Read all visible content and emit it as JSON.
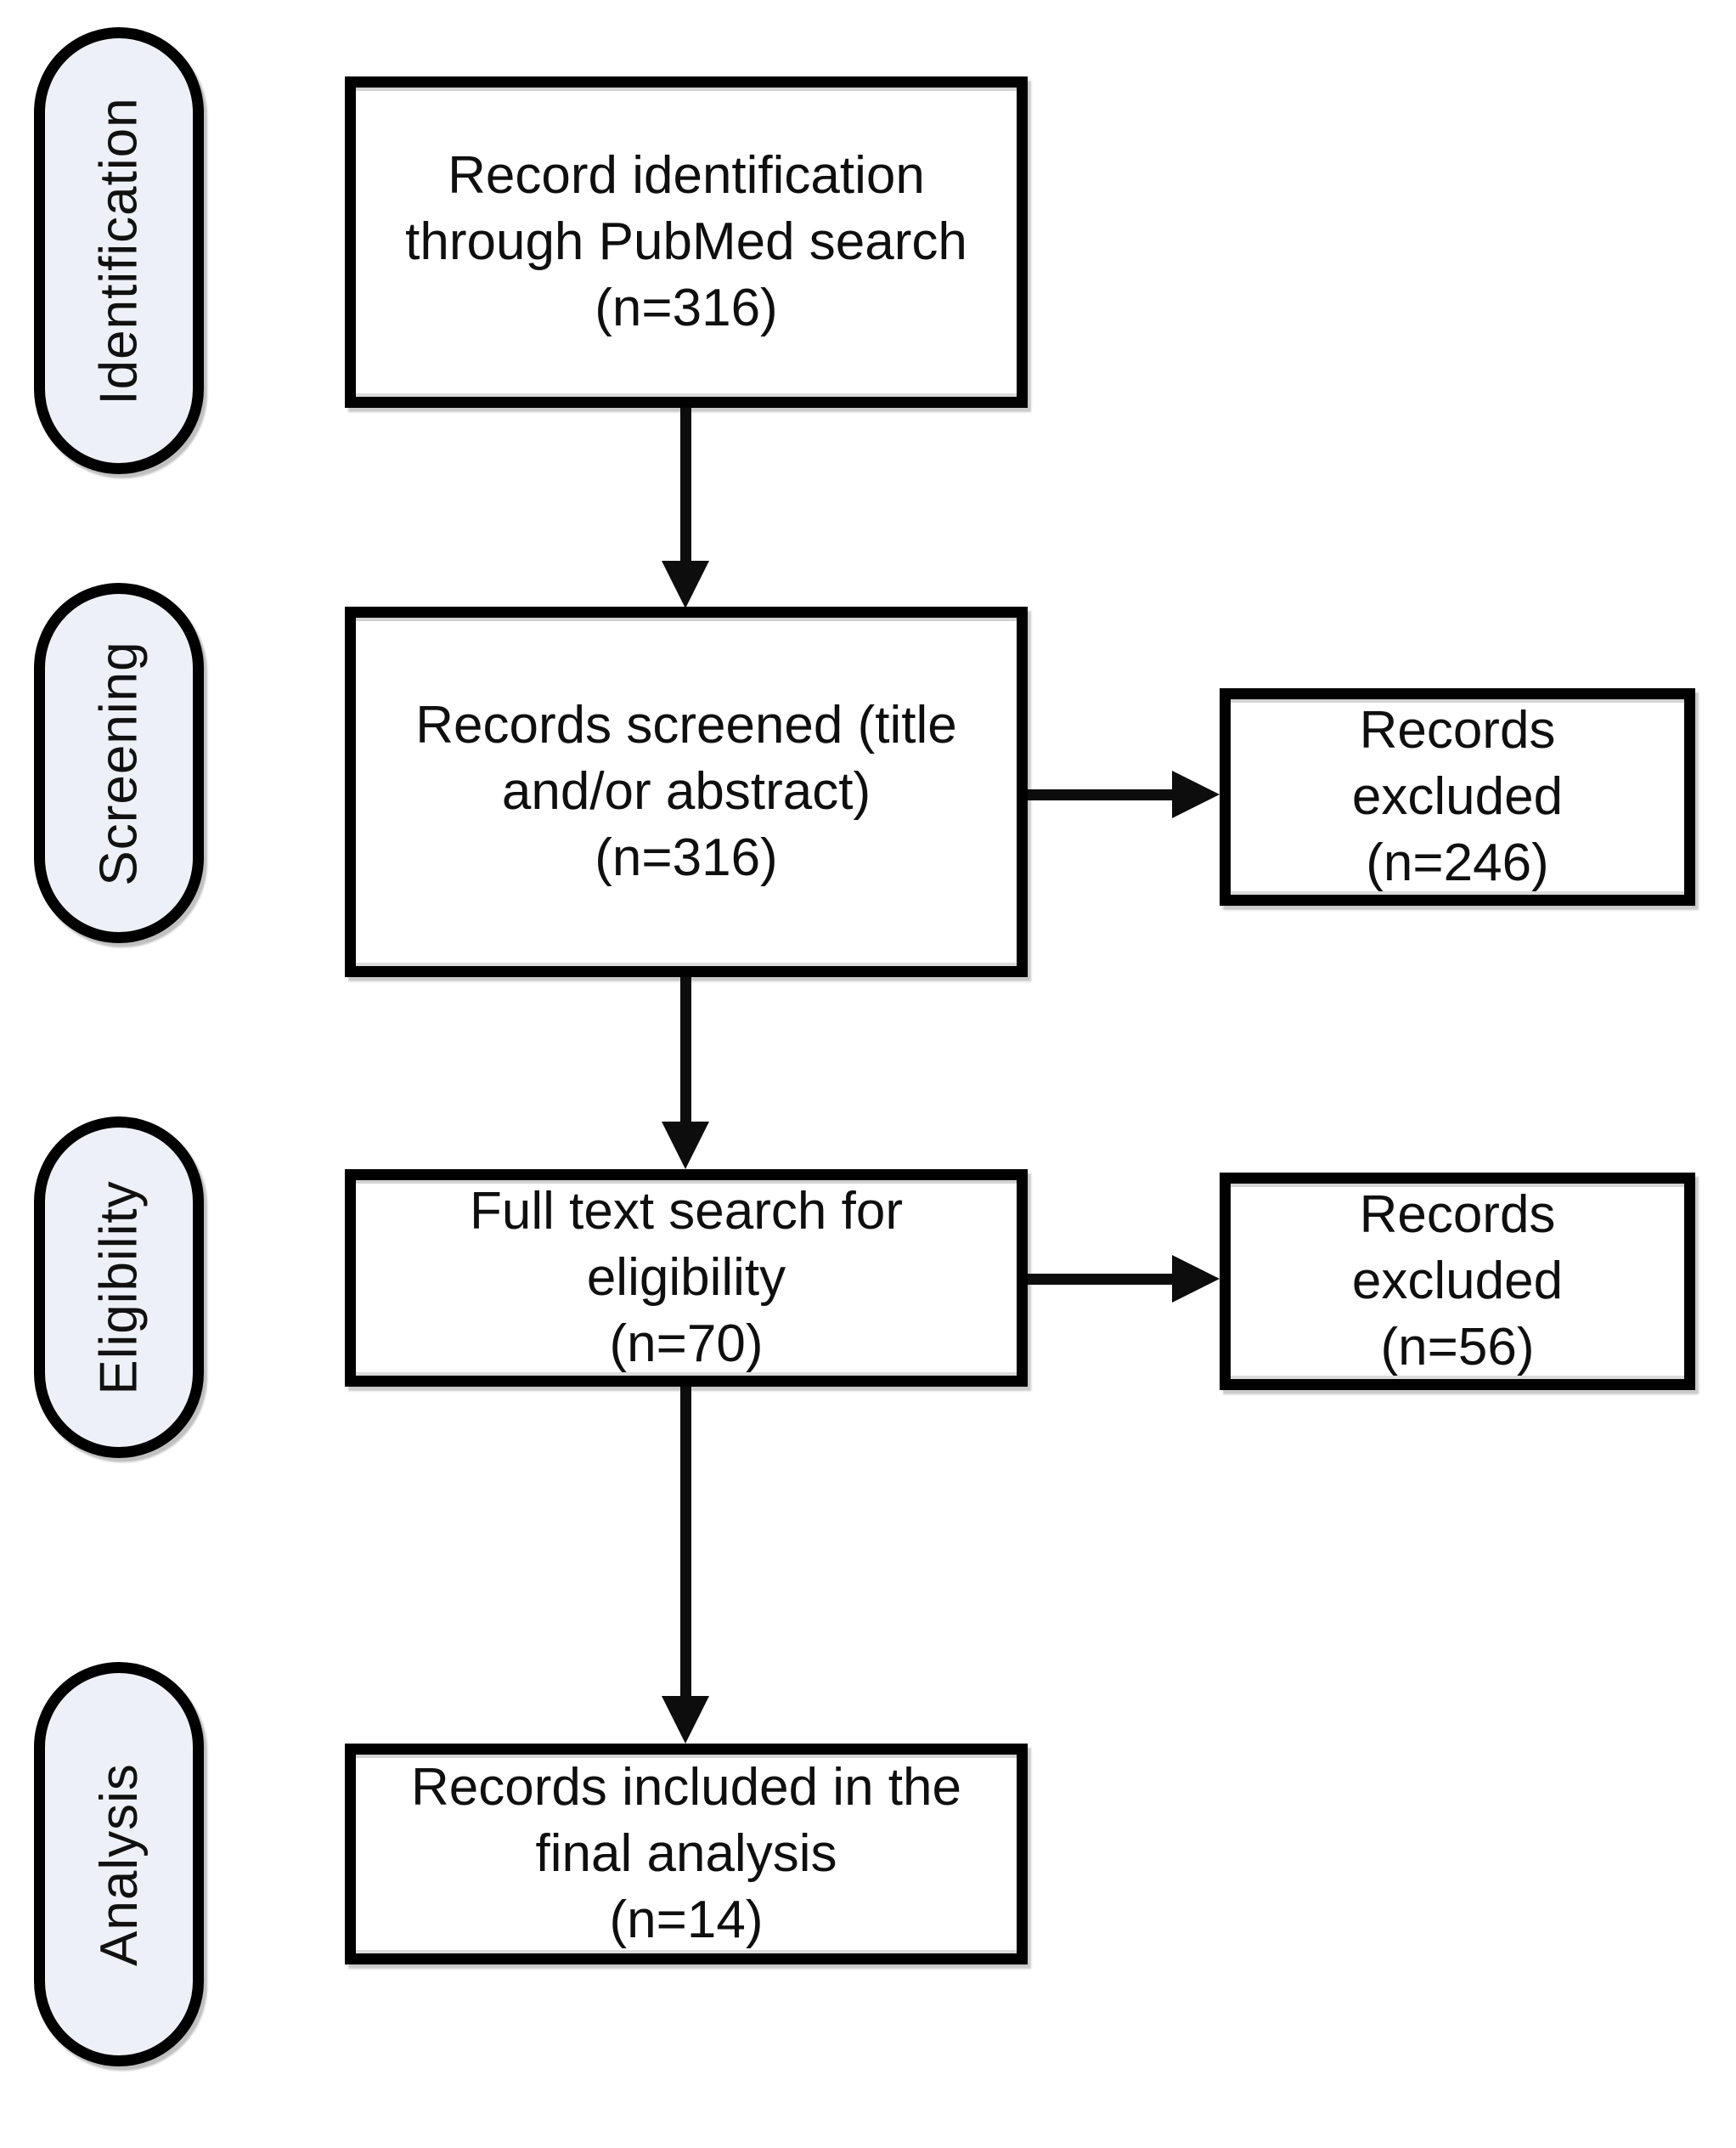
{
  "stages": [
    {
      "label": "Identification"
    },
    {
      "label": "Screening"
    },
    {
      "label": "Eligibility"
    },
    {
      "label": "Analysis"
    }
  ],
  "flow_boxes": [
    {
      "lines": [
        "Record identification",
        "through PubMed search",
        "(n=316)"
      ]
    },
    {
      "lines": [
        "Records screened (title",
        "and/or abstract)",
        "(n=316)"
      ]
    },
    {
      "lines": [
        "Full text search for",
        "eligibility",
        "(n=70)"
      ]
    },
    {
      "lines": [
        "Records included in the",
        "final analysis",
        "(n=14)"
      ]
    }
  ],
  "side_boxes": [
    {
      "lines": [
        "Records",
        "excluded",
        "(n=246)"
      ]
    },
    {
      "lines": [
        "Records",
        "excluded",
        "(n=56)"
      ]
    }
  ],
  "counts": {
    "identified": 316,
    "screened": 316,
    "excluded_screening": 246,
    "full_text_assessed": 70,
    "excluded_full_text": 56,
    "included_final": 14
  },
  "colors": {
    "stage_fill": "#edf0f6",
    "box_fill": "#ffffff",
    "border": "#000000",
    "text": "#0f0f0f"
  }
}
